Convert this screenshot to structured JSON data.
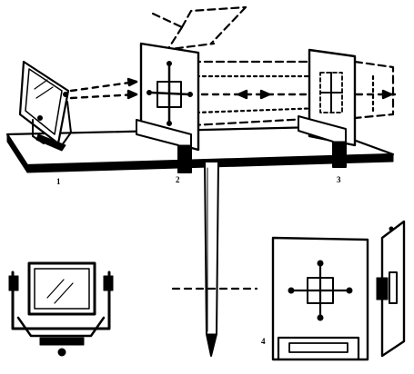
{
  "figure": {
    "callouts": {
      "part_1": "1",
      "part_2": "2",
      "part_3": "3",
      "part_4": "4"
    }
  },
  "colors": {
    "ink": "#000000",
    "paper": "#ffffff"
  }
}
